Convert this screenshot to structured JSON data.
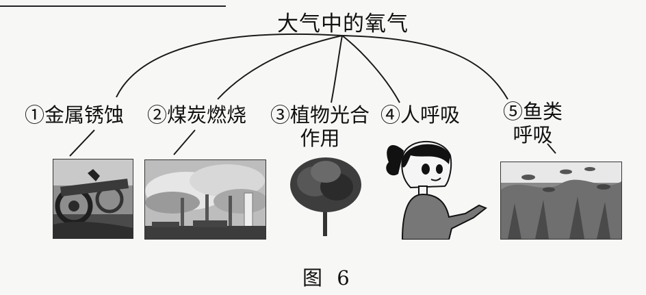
{
  "title": "大气中的氧气",
  "items": [
    {
      "label": "①金属锈蚀",
      "icon": "rusty-machine-photo"
    },
    {
      "label": "②煤炭燃烧",
      "icon": "factory-smoke-photo"
    },
    {
      "label_line1": "③植物光合",
      "label_line2": "作用",
      "icon": "tree-icon"
    },
    {
      "label": "④人呼吸",
      "icon": "girl-breathing-icon"
    },
    {
      "label_line1": "⑤鱼类",
      "label_line2": "呼吸",
      "icon": "fish-underwater-photo"
    }
  ],
  "caption": "图 6"
}
